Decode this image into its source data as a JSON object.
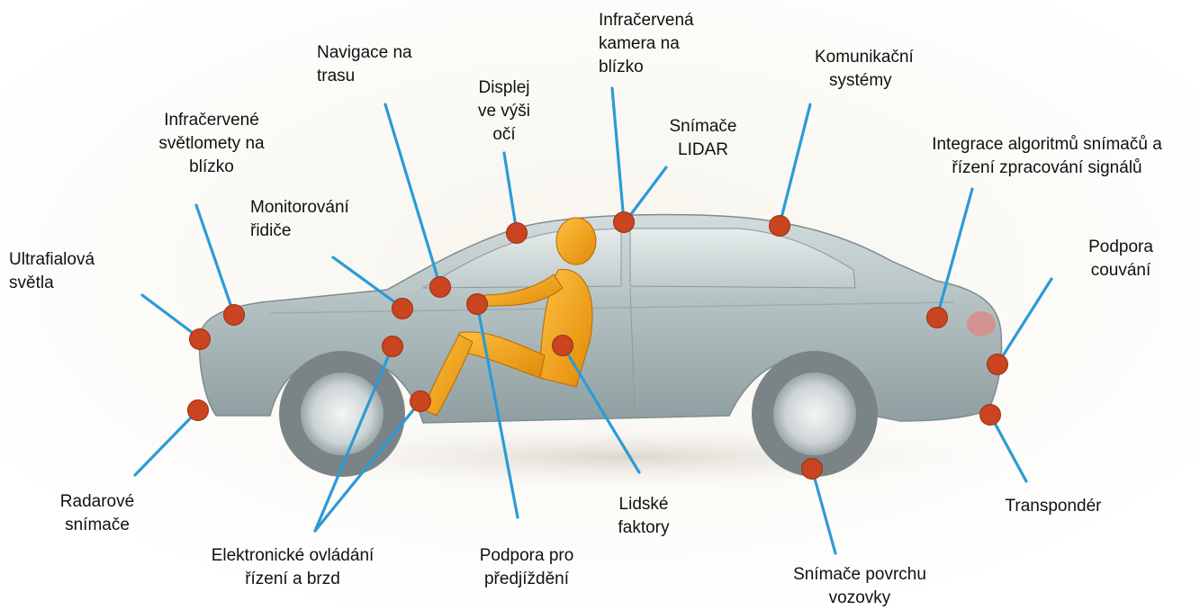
{
  "colors": {
    "leader_line": "#2b9bd6",
    "sensor_dot": "#c9441f",
    "sensor_dot_stroke": "#9a3014",
    "car_body": "#b9c4c6",
    "dummy": "#f2a11a"
  },
  "labels": {
    "ultrafialova": [
      "Ultrafialová",
      "světla"
    ],
    "infracervene_svetlomety": [
      "Infračervené",
      "světlomety na",
      "blízko"
    ],
    "monitorovani": [
      "Monitorování",
      "řidiče"
    ],
    "navigace": [
      "Navigace na",
      "trasu"
    ],
    "displej": [
      "Displej",
      "ve výši",
      "očí"
    ],
    "infracervena_kamera": [
      "Infračervená",
      "kamera na",
      "blízko"
    ],
    "lidar": [
      "Snímače",
      "LIDAR"
    ],
    "komunikacni": [
      "Komunikační",
      "systémy"
    ],
    "integrace": [
      "Integrace algoritmů snímačů a",
      "řízení zpracování signálů"
    ],
    "podpora_couvani": [
      "Podpora",
      "couvání"
    ],
    "radarove": [
      "Radarové",
      "snímače"
    ],
    "elektronicke": [
      "Elektronické ovládání",
      "řízení a brzd"
    ],
    "podpora_predjizdeni": [
      "Podpora pro",
      "předjíždění"
    ],
    "lidske": [
      "Lidské",
      "faktory"
    ],
    "snimace_povrchu": [
      "Snímače povrchu",
      "vozovky"
    ],
    "transponder": [
      "Transpondér"
    ]
  }
}
